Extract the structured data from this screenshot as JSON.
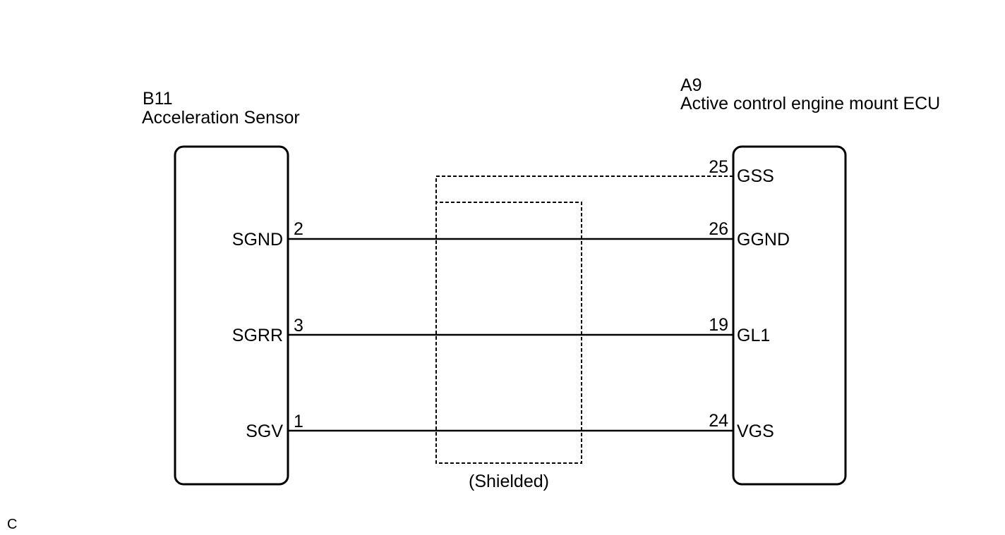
{
  "left_component": {
    "code": "B11",
    "name": "Acceleration Sensor"
  },
  "right_component": {
    "code": "A9",
    "name": "Active control engine mount ECU"
  },
  "connections": [
    {
      "left_terminal": "SGND",
      "left_pin": "2",
      "right_pin": "26",
      "right_terminal": "GGND"
    },
    {
      "left_terminal": "SGRR",
      "left_pin": "3",
      "right_pin": "19",
      "right_terminal": "GL1"
    },
    {
      "left_terminal": "SGV",
      "left_pin": "1",
      "right_pin": "24",
      "right_terminal": "VGS"
    }
  ],
  "shield": {
    "right_pin": "25",
    "right_terminal": "GSS",
    "label": "(Shielded)"
  },
  "corner_mark": "C"
}
